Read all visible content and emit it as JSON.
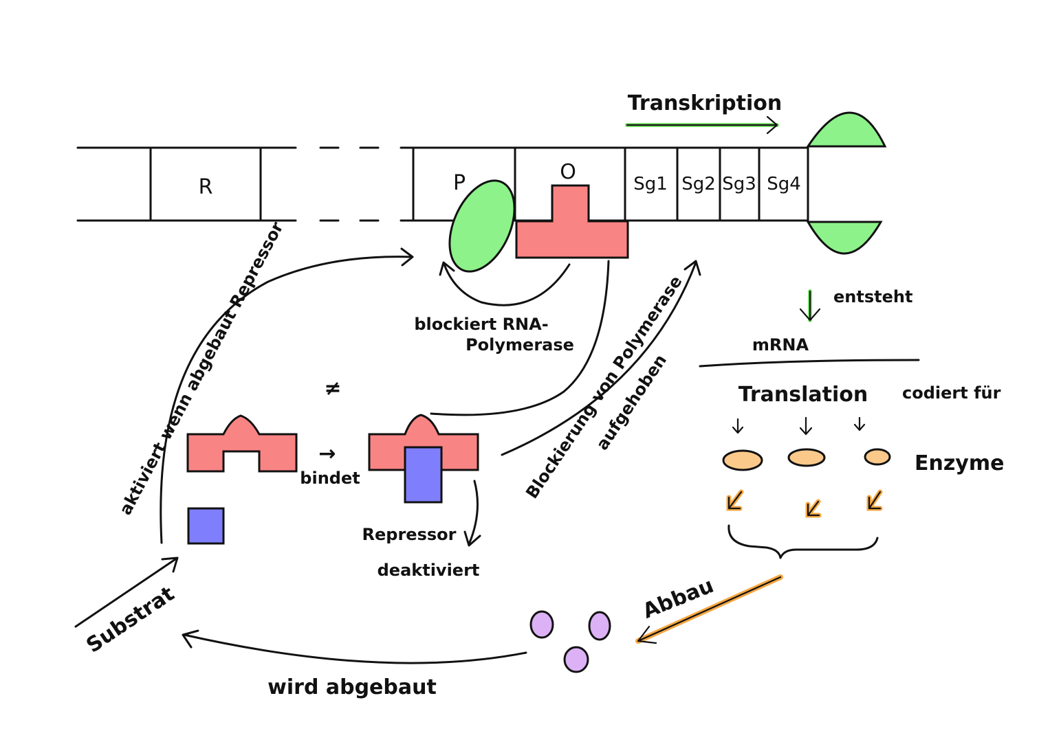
{
  "dna": {
    "regulator": "R",
    "promoter": "P",
    "operator": "O",
    "genes": [
      "Sg1",
      "Sg2",
      "Sg3",
      "Sg4"
    ]
  },
  "labels": {
    "transcription": "Transkription",
    "entsteht": "entsteht",
    "mrna": "mRNA",
    "translation": "Translation",
    "codiert_fuer": "codiert für",
    "enzyme": "Enzyme",
    "abbau": "Abbau",
    "wird_abgebaut": "wird abgebaut",
    "substrat": "Substrat",
    "aktiviert": "aktiviert wenn abgebaut Repressor",
    "blockiert_1": "blockiert RNA-",
    "blockiert_2": "Polymerase",
    "not_equal": "≠",
    "arrow_right": "→",
    "bindet": "bindet",
    "repressor_1": "Repressor",
    "repressor_2": "deaktiviert",
    "blockierung_1": "Blockierung von Polymerase",
    "blockierung_2": "aufgehoben"
  },
  "colors": {
    "repressor": "#f98484",
    "substrate": "#7f7ffd",
    "polymerase": "#8df28a",
    "transcription_arrow": "#7be36b",
    "enzyme": "#fbc98a",
    "enzyme_arrow": "#f5a742",
    "product": "#dcb1f5"
  }
}
